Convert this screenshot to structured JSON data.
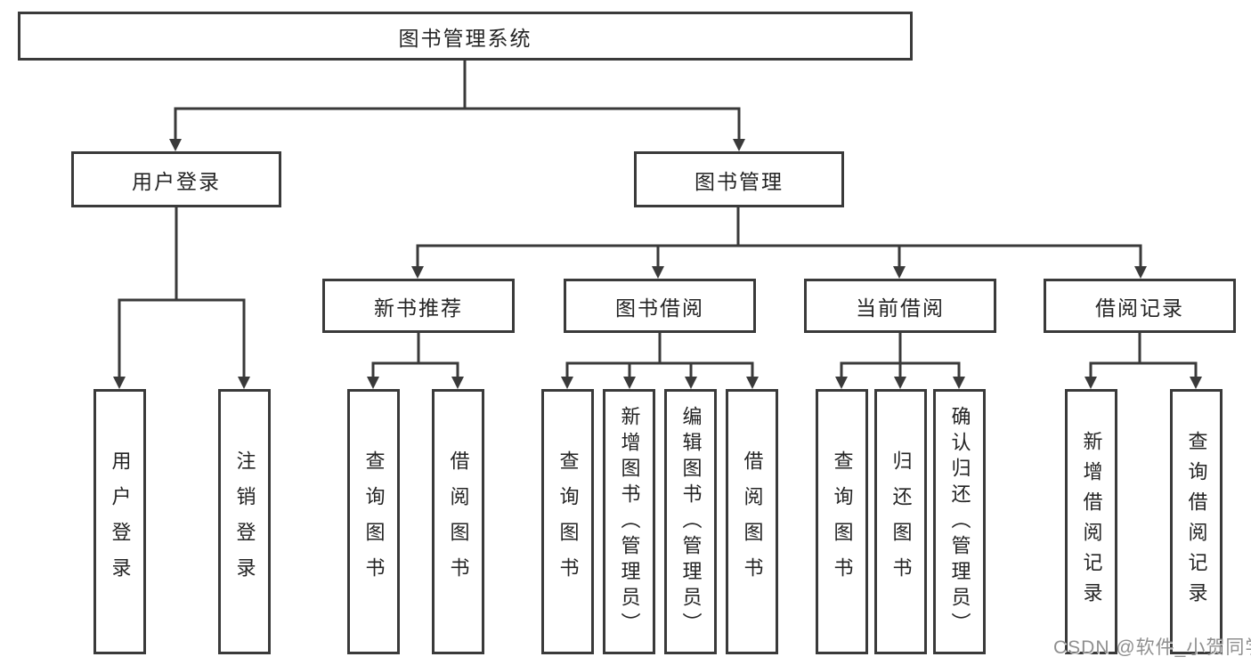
{
  "diagram": {
    "root": {
      "label": "图书管理系统"
    },
    "branches": [
      {
        "label": "用户登录",
        "children": [
          {
            "label": "用户登录"
          },
          {
            "label": "注销登录"
          }
        ]
      },
      {
        "label": "图书管理",
        "children": [
          {
            "label": "新书推荐",
            "children": [
              {
                "label": "查询图书"
              },
              {
                "label": "借阅图书"
              }
            ]
          },
          {
            "label": "图书借阅",
            "children": [
              {
                "label": "查询图书"
              },
              {
                "label": "新增图书（管理员）"
              },
              {
                "label": "编辑图书（管理员）"
              },
              {
                "label": "借阅图书"
              }
            ]
          },
          {
            "label": "当前借阅",
            "children": [
              {
                "label": "查询图书"
              },
              {
                "label": "归还图书"
              },
              {
                "label": "确认归还（管理员）"
              }
            ]
          },
          {
            "label": "借阅记录",
            "children": [
              {
                "label": "新增借阅记录"
              },
              {
                "label": "查询借阅记录"
              }
            ]
          }
        ]
      }
    ]
  },
  "watermark": {
    "text": "CSDN @软件_小贺同学"
  },
  "colors": {
    "line": "#3a3a3a",
    "box_border": "#3a3a3a",
    "box_background": "#ffffff",
    "text": "#242424",
    "page_background": "#ffffff",
    "watermark": "#8f8f8f"
  }
}
